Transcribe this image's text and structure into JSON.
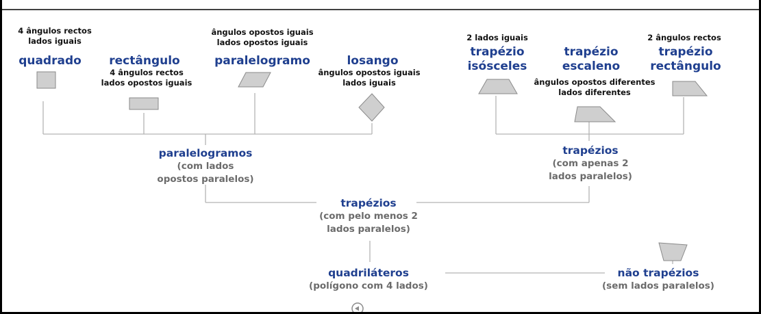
{
  "shapes_top": {
    "quadrado": {
      "desc_lines": [
        "4 ângulos rectos",
        "lados iguais"
      ],
      "name": "quadrado"
    },
    "rectangulo": {
      "name": "rectângulo",
      "desc_lines": [
        "4 ângulos rectos",
        "lados opostos iguais"
      ]
    },
    "paralelogramo": {
      "desc_lines": [
        "ângulos opostos iguais",
        "lados opostos iguais"
      ],
      "name": "paralelogramo"
    },
    "losango": {
      "name": "losango",
      "desc_lines": [
        "ângulos opostos iguais",
        "lados iguais"
      ]
    },
    "trapezio_isosceles": {
      "desc_lines": [
        "2 lados iguais"
      ],
      "name_lines": [
        "trapézio",
        "isósceles"
      ]
    },
    "trapezio_escaleno": {
      "name_lines": [
        "trapézio",
        "escaleno"
      ],
      "desc_lines": [
        "ângulos opostos diferentes",
        "lados diferentes"
      ]
    },
    "trapezio_rectangulo": {
      "desc_lines": [
        "2 ângulos rectos"
      ],
      "name_lines": [
        "trapézio",
        "rectângulo"
      ]
    }
  },
  "groups": {
    "paralelogramos": {
      "title": "paralelogramos",
      "sub_lines": [
        "(com lados",
        "opostos paralelos)"
      ]
    },
    "trapezios_2": {
      "title": "trapézios",
      "sub_lines": [
        "(com apenas 2",
        "lados paralelos)"
      ]
    },
    "trapezios": {
      "title": "trapézios",
      "sub_lines": [
        "(com pelo menos 2",
        "lados paralelos)"
      ]
    },
    "quadrilateros": {
      "title": "quadriláteros",
      "sub_lines": [
        "(polígono com 4 lados)"
      ]
    },
    "nao_trapezios": {
      "title": "não trapézios",
      "sub_lines": [
        "(sem lados paralelos)"
      ]
    }
  },
  "colors": {
    "title_blue": "#1f3f8f",
    "subtitle_gray": "#6b6b6b",
    "shape_fill": "#cfcfcf",
    "shape_stroke": "#8a8a8a",
    "line_gray": "#b3b3b3"
  },
  "controls": {
    "back_icon": "play-back-icon"
  }
}
